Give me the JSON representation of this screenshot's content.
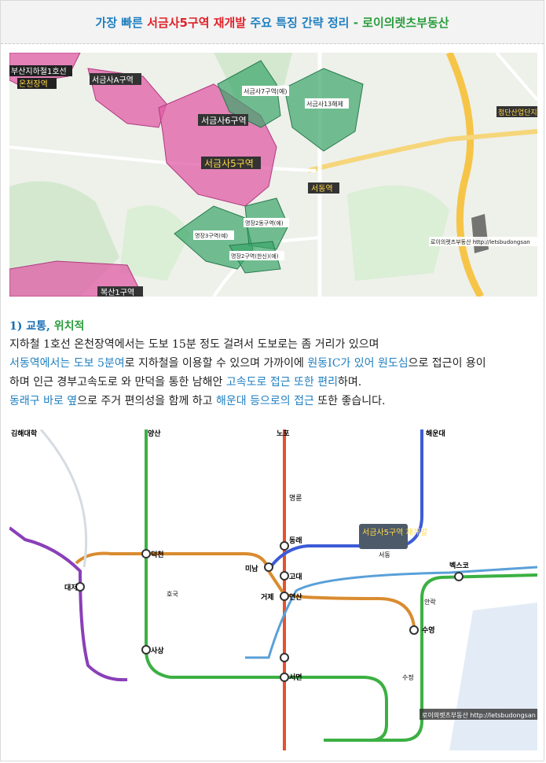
{
  "title": {
    "part1": "가장 빠른",
    "part2": "서금사5구역 재개발",
    "part3": "주요 특징 간략 정리",
    "part4": "- 로이의렛츠부동산"
  },
  "map1": {
    "labels": {
      "busan_jihacheol": "부산지하철1호선",
      "oncheonjang": "온천장역",
      "seogeumsa_a": "서금사A구역",
      "seogeumsa7": "서금사7구역(예)",
      "seogeumsa13": "서금사13해제",
      "seogeumsa6": "서금사6구역",
      "seogeumsa5": "서금사5구역",
      "seodong": "서동역",
      "cheongdan": "첨단산업단지",
      "myeongjang3": "명장3구역(예)",
      "myeongjang2": "명장2동구역(예)",
      "myeongjang2b": "명장2구역(한신)(예)",
      "boksan1": "복산1구역",
      "watermark": "로이의렛츠부동산 http://letsbudongsan"
    }
  },
  "section": {
    "heading_num": "1) 교통,",
    "heading_rest": "위치적",
    "line1": "지하철 1호선 온천장역에서는 도보 15분 정도 걸려서 도보로는 좀 거리가 있으며",
    "line2_a": "서동역에서는 도보 5분여",
    "line2_b": "로 지하철을 이용할 수 있으며 가까이에",
    "line2_c": "원동IC가 있어 원도심",
    "line2_d": "으로 접근이 용이",
    "line3_a": "하며 인근 경부고속도로 와 만덕을 통한 남해안",
    "line3_b": "고속도로 접근 또한 편리",
    "line3_c": "하며.",
    "line4_a": "동래구 바로 옆",
    "line4_b": "으로 주거 편의성을 함께 하고",
    "line4_c": "해운대 등으로의 접근",
    "line4_d": "또한 좋습니다."
  },
  "map2": {
    "highlight": "서금사5구역 재개발",
    "watermark": "로이의렛츠부동산 http://letsbudongsan",
    "stations": {
      "nopo": "노포",
      "yangsan": "양산",
      "haeundae": "해운대",
      "gimhae": "김해대학",
      "deokcheon": "덕천",
      "minam": "미남",
      "dongnae": "동래",
      "suyeong": "수영",
      "yeonsan": "연산",
      "seomyeon": "서면",
      "sasang": "사상",
      "geoje": "거제",
      "bexco": "벡스코",
      "godae": "고대",
      "myeongnyun": "명륜",
      "daejeo": "대저",
      "hoguk": "호국",
      "seodong": "서동",
      "anrak": "안락",
      "sujeong": "수정"
    }
  },
  "colors": {
    "line1": "#e8502c",
    "line2": "#3cb043",
    "line3": "#d98c2f",
    "line4": "#3c5bd6",
    "donghae": "#5aa0d8",
    "gimhaeLRT": "#8a3fb8",
    "redev_pink": "#e05ca6",
    "redev_green": "#3aa56a"
  }
}
